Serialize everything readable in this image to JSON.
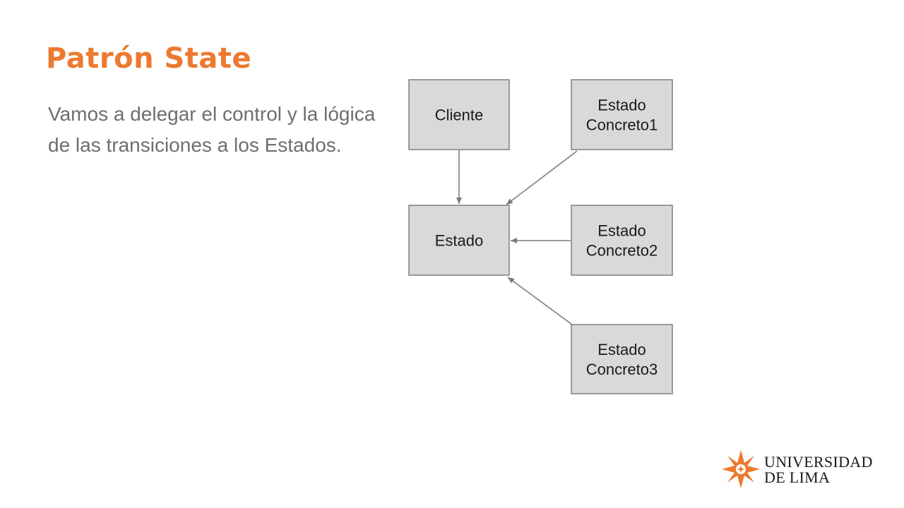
{
  "slide": {
    "title": "Patrón State",
    "body": "Vamos a delegar el control y la lógica de las transiciones a los Estados."
  },
  "diagram": {
    "nodes": [
      {
        "id": "cliente",
        "lines": [
          "Cliente"
        ]
      },
      {
        "id": "estado",
        "lines": [
          "Estado"
        ]
      },
      {
        "id": "estado-concreto1",
        "lines": [
          "Estado",
          "Concreto1"
        ]
      },
      {
        "id": "estado-concreto2",
        "lines": [
          "Estado",
          "Concreto2"
        ]
      },
      {
        "id": "estado-concreto3",
        "lines": [
          "Estado",
          "Concreto3"
        ]
      }
    ],
    "edges": [
      {
        "from": "cliente",
        "to": "estado"
      },
      {
        "from": "estado-concreto1",
        "to": "estado"
      },
      {
        "from": "estado-concreto2",
        "to": "estado"
      },
      {
        "from": "estado-concreto3",
        "to": "estado"
      }
    ]
  },
  "logo": {
    "line1": "UNIVERSIDAD",
    "line2": "DE LIMA",
    "color": "#ec7a30"
  },
  "colors": {
    "accent": "#ec7a30",
    "body_text": "#6e6e6e",
    "node_fill": "#d9d9d9"
  }
}
